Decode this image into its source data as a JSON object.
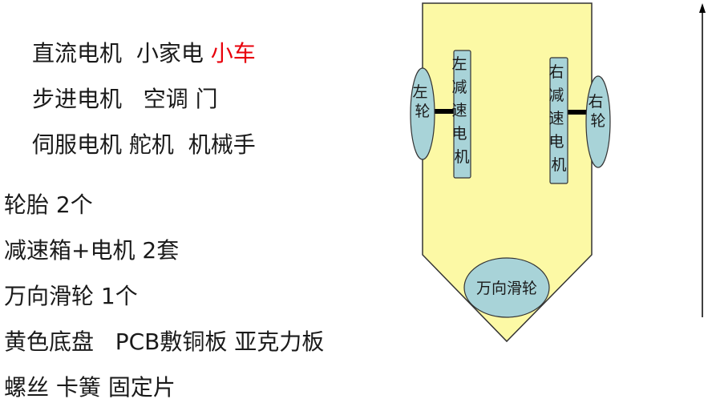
{
  "motor_types": {
    "row1": {
      "label": "直流电机",
      "app1": "小家电",
      "app2": "小车"
    },
    "row2": {
      "label": "步进电机",
      "app1": "空调",
      "app2": "门"
    },
    "row3": {
      "label": "伺服电机",
      "app1": "舵机",
      "app2": "机械手"
    }
  },
  "parts": [
    {
      "name": "轮胎",
      "qty": "2个"
    },
    {
      "name": "减速箱+电机",
      "qty": "2套"
    },
    {
      "name": "万向滑轮",
      "qty": "1个"
    },
    {
      "name": "黄色底盘",
      "qty": "PCB敷铜板 亚克力板"
    },
    {
      "name": "螺丝",
      "qty": "卡簧 固定片"
    }
  ],
  "diagram": {
    "left_wheel": "左轮",
    "right_wheel": "右轮",
    "left_motor": "左减速电机",
    "right_motor": "右减速电机",
    "caster": "万向滑轮"
  },
  "colors": {
    "chassis": "#fcf9a5",
    "component": "#a8d3d8",
    "highlight": "#e8000b"
  }
}
